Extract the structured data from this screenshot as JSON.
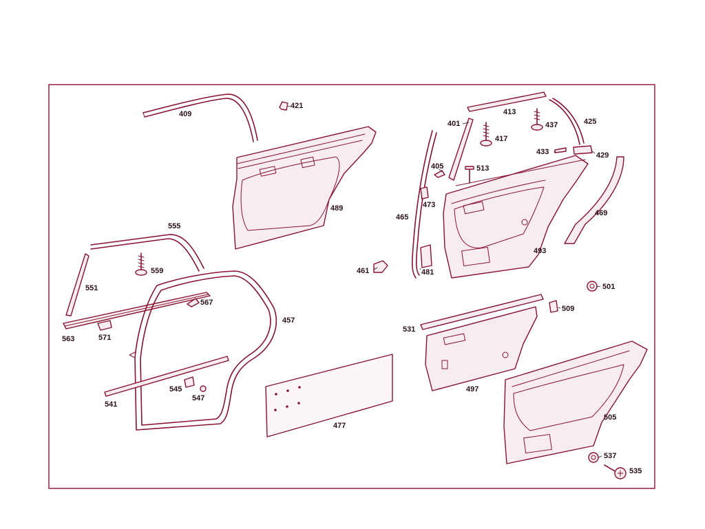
{
  "diagram": {
    "frame_color": "#8a1030",
    "part_color": "#8a1030",
    "label_color": "#2a1018"
  },
  "labels": {
    "p409": "409",
    "p421": "421",
    "p489": "489",
    "p555": "555",
    "p559": "559",
    "p551": "551",
    "p563": "563",
    "p571": "571",
    "p567": "567",
    "p457": "457",
    "p541": "541",
    "p545": "545",
    "p547": "547",
    "p477": "477",
    "p461": "461",
    "p465": "465",
    "p481": "481",
    "p473": "473",
    "p405": "405",
    "p401": "401",
    "p513": "513",
    "p417": "417",
    "p413": "413",
    "p437": "437",
    "p425": "425",
    "p433": "433",
    "p429": "429",
    "p469": "469",
    "p493": "493",
    "p501": "501",
    "p509": "509",
    "p531": "531",
    "p497": "497",
    "p505": "505",
    "p537": "537",
    "p535": "535"
  }
}
